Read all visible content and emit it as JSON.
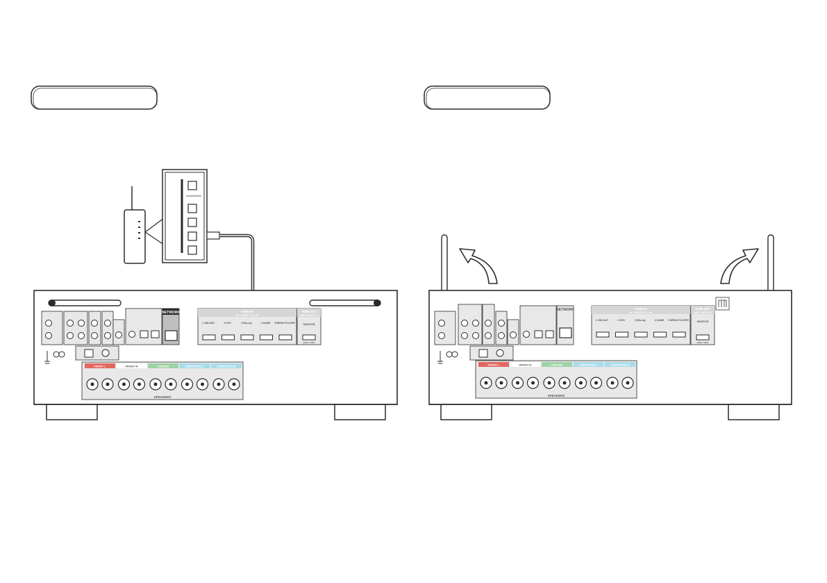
{
  "panels": [
    {
      "id": "wired",
      "label_box_text": "",
      "receiver": {
        "network_label": "NETWORK",
        "hdmi_in_label": "HDMI IN",
        "hdmi_in_sub": "4K / HDCP 2.3 / 8K",
        "hdmi_out_label": "HDMI OUT",
        "hdmi_out_sub": "eARC / HDCP 2.3",
        "monitor_label": "MONITOR",
        "arc_label": "eARC / ARC",
        "hdmi_inputs": [
          "1 CBL/SAT",
          "2 DVD",
          "3 Blu-ray",
          "4 GAME",
          "5 MEDIA PLAYER"
        ],
        "speaker_groups": [
          "FRONT L",
          "FRONT R",
          "CENTER",
          "SURROUND L",
          "SURROUND R"
        ],
        "speakers_label": "SPEAKERS"
      }
    },
    {
      "id": "wireless",
      "label_box_text": "",
      "receiver": {
        "network_label": "NETWORK",
        "hdmi_in_label": "HDMI IN",
        "hdmi_in_sub": "4K / HDCP 2.3 / 8K",
        "hdmi_out_label": "HDMI OUT",
        "hdmi_out_sub": "eARC / HDCP 2.3",
        "monitor_label": "MONITOR",
        "arc_label": "eARC / ARC",
        "hdmi_inputs": [
          "1 CBL/SAT",
          "2 DVD",
          "3 Blu-ray",
          "4 GAME",
          "5 MEDIA PLAYER"
        ],
        "speaker_groups": [
          "FRONT L",
          "FRONT R",
          "CENTER",
          "SURROUND L",
          "SURROUND R"
        ],
        "speakers_label": "SPEAKERS"
      }
    }
  ],
  "colors": {
    "line": "#2a2a2a",
    "front": "#e3675f",
    "center": "#9fd3a6",
    "surround": "#a9dceb",
    "panel_gray": "#e8e8e8",
    "dark_gray": "#bfbfbf"
  },
  "icons": {
    "router": "router-icon",
    "hub": "network-hub-icon",
    "antenna": "antenna-icon",
    "arrow": "rotate-arrow-icon"
  }
}
